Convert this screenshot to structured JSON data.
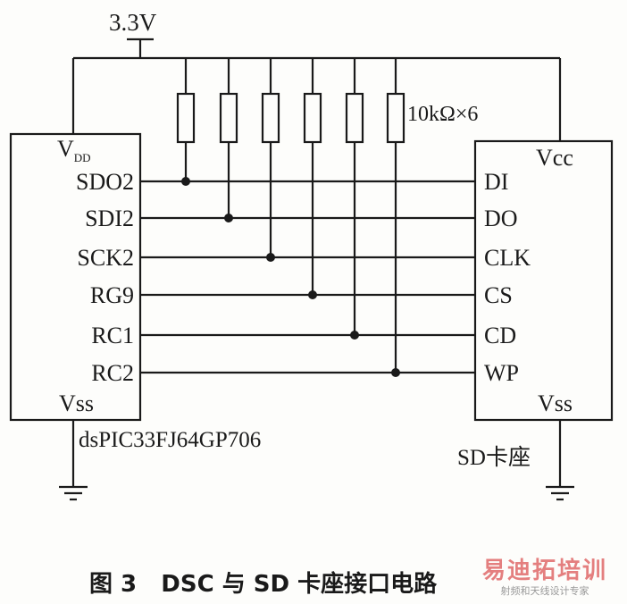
{
  "supply_label": "3.3V",
  "resistor_label": "10kΩ×6",
  "mcu": {
    "vdd_main": "V",
    "vdd_sub": "DD",
    "vss": "Vss",
    "part_label": "dsPIC33FJ64GP706",
    "pins": [
      "SDO2",
      "SDI2",
      "SCK2",
      "RG9",
      "RC1",
      "RC2"
    ]
  },
  "sd": {
    "vcc": "Vcc",
    "vss": "Vss",
    "part_label": "SD卡座",
    "pins": [
      "DI",
      "DO",
      "CLK",
      "CS",
      "CD",
      "WP"
    ]
  },
  "caption": "图 3   DSC 与 SD 卡座接口电路",
  "watermark": {
    "main": "易迪拓培训",
    "sub": "射频和天线设计专家"
  }
}
